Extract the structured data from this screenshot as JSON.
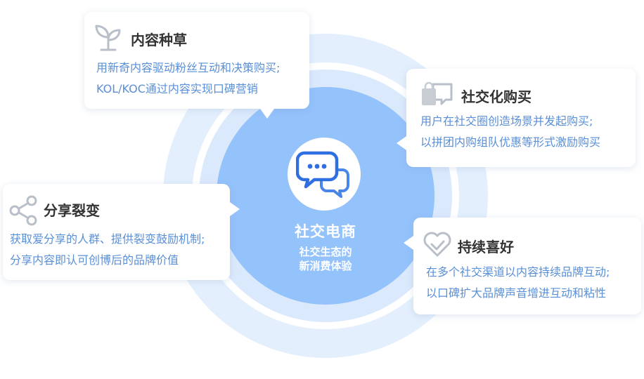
{
  "center": {
    "title": "社交电商",
    "subtitle_lines": [
      "社交生态的",
      "新消费体验"
    ],
    "icon": "chat-bubbles-icon",
    "color": "#94c2fb"
  },
  "cards": [
    {
      "title": "内容种草",
      "icon": "sprout-icon",
      "lines": [
        "用新奇内容驱动粉丝互动和决策购买;",
        "KOL/KOC通过内容实现口碑营销"
      ]
    },
    {
      "title": "社交化购买",
      "icon": "shopping-chat-icon",
      "lines": [
        "用户在社交圈创造场景并发起购买;",
        "以拼团内购组队优惠等形式激励购买"
      ]
    },
    {
      "title": "分享裂变",
      "icon": "share-icon",
      "lines": [
        "获取爱分享的人群、提供裂变鼓励机制;",
        "分享内容即认可创博后的品牌价值"
      ]
    },
    {
      "title": "持续喜好",
      "icon": "heart-icon",
      "lines": [
        "在多个社交渠道以内容持续品牌互动;",
        "以口碑扩大品牌声音增进互动和粘性"
      ]
    }
  ],
  "colors": {
    "accent": "#4a86e8",
    "description_text": "#5a8fd6",
    "title_text": "#333333",
    "ring_outer": "#e3effd",
    "ring_mid": "#dbe9fc"
  }
}
